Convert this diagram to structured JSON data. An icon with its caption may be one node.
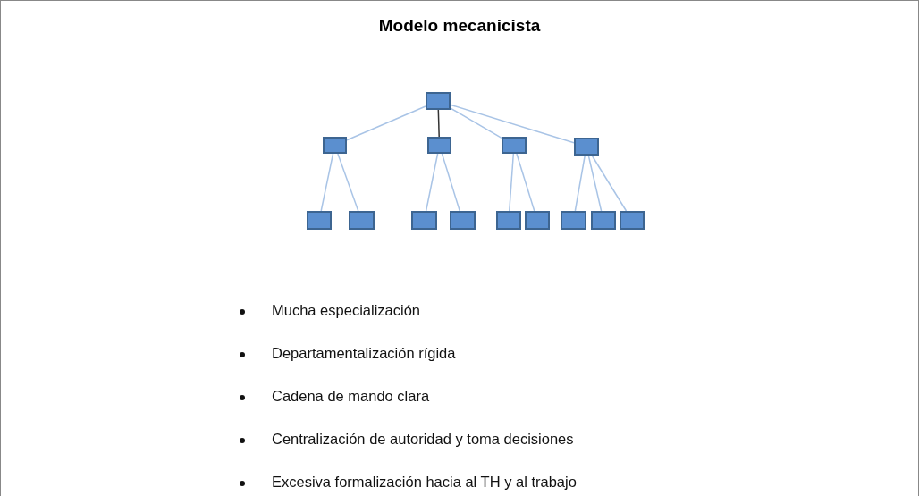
{
  "diagram": {
    "title": "Modelo mecanicista",
    "nodes": [
      {
        "text": [],
        "shape": "box"
      },
      {
        "text": [],
        "shape": "box"
      },
      {
        "text": [],
        "shape": "box"
      },
      {
        "text": [],
        "shape": "box"
      },
      {
        "text": [],
        "shape": "box"
      },
      {
        "text": [],
        "shape": "box"
      },
      {
        "text": [],
        "shape": "box"
      },
      {
        "text": [],
        "shape": "box"
      },
      {
        "text": [],
        "shape": "box"
      },
      {
        "text": [],
        "shape": "box"
      },
      {
        "text": [],
        "shape": "box"
      },
      {
        "text": [],
        "shape": "box"
      },
      {
        "text": [],
        "shape": "box"
      },
      {
        "text": [],
        "shape": "box"
      }
    ],
    "edges": [
      {
        "from": 0,
        "to": 1,
        "arrow": "none"
      },
      {
        "from": 0,
        "to": 2,
        "arrow": "none",
        "color": "#333333"
      },
      {
        "from": 0,
        "to": 3,
        "arrow": "none"
      },
      {
        "from": 0,
        "to": 4,
        "arrow": "none"
      },
      {
        "from": 1,
        "to": 5,
        "arrow": "none"
      },
      {
        "from": 1,
        "to": 6,
        "arrow": "none"
      },
      {
        "from": 2,
        "to": 7,
        "arrow": "none"
      },
      {
        "from": 2,
        "to": 8,
        "arrow": "none"
      },
      {
        "from": 3,
        "to": 9,
        "arrow": "none"
      },
      {
        "from": 3,
        "to": 10,
        "arrow": "none"
      },
      {
        "from": 4,
        "to": 11,
        "arrow": "none"
      },
      {
        "from": 4,
        "to": 12,
        "arrow": "none"
      },
      {
        "from": 4,
        "to": 13,
        "arrow": "none"
      }
    ],
    "labels": [
      "Mucha especialización",
      "Departamentalización rígida",
      "Cadena de mando clara",
      "Centralización de autoridad y toma decisiones",
      "Excesiva formalización hacia al TH y al trabajo"
    ]
  }
}
